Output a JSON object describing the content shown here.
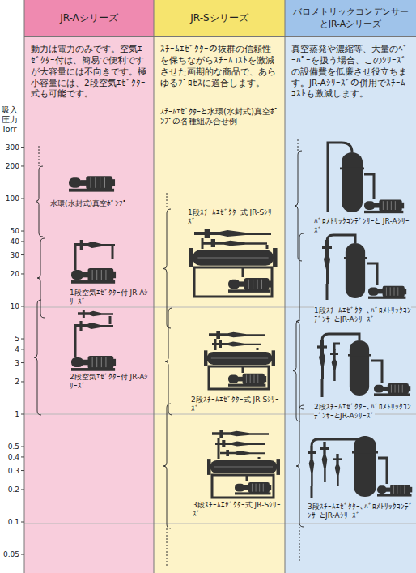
{
  "diagram": {
    "nodes": [
      {
        "text": [
          "JR-Aシリーズ",
          "動力は電力のみです。空気ｴｾﾞｸﾀｰ付は、簡易で便利ですが大容量には不向きです。極小容量には、2段空気ｴｾﾞｸﾀｰ式も可能です。"
        ]
      },
      {
        "text": [
          "JR-Sシリーズ",
          "ｽﾁｰﾑｴｾﾞｸﾀｰの抜群の信頼性を保ちながらｽﾁｰﾑｺｽﾄを激減させた画期的な商品で、あらゆるﾌﾟﾛｾｽに適合します。"
        ]
      },
      {
        "text": [
          "バロメトリックコンデンサーとJR-Aシリーズ",
          "真空蒸発や濃縮等、大量のﾍﾞｰﾊﾟｰを扱う場合、このｼﾘｰｽﾞの設備費を低廉させ役立ちます。JR-Aｼﾘｰｽﾞの併用でｽﾁｰﾑｺｽﾄも激減します。"
        ]
      }
    ],
    "labels": [
      "吸入圧力 Torr",
      "300",
      "200",
      "100",
      "50",
      "40",
      "30",
      "20",
      "10",
      "5",
      "4",
      "3",
      "2",
      "1",
      "0.5",
      "0.4",
      "0.3",
      "0.2",
      "0.1",
      "0.05",
      "ｽﾁｰﾑｴｾﾞｸﾀｰと水環(水封式)真空ﾎﾟﾝﾌﾟの各種組み合せ例",
      "水環(水封式)真空ﾎﾟﾝﾌﾟ",
      "1段空気ｴｾﾞｸﾀｰ付 JR-Aｼﾘｰｽﾞ",
      "2段空気ｴｾﾞｸﾀｰ付 JR-Aｼﾘｰｽﾞ",
      "1段ｽﾁｰﾑｴｾﾞｸﾀｰ式 JR-Sｼﾘｰｽﾞ",
      "2段ｽﾁｰﾑｴｾﾞｸﾀｰ式 JR-Sｼﾘｰｽﾞ",
      "3段ｽﾁｰﾑｴｾﾞｸﾀｰ式 JR-Sｼﾘｰｽﾞ",
      "ﾊﾞﾛﾒﾄﾘｯｸｺﾝﾃﾞﾝｻｰと JR-Aｼﾘｰｽﾞ",
      "1段ｽﾁｰﾑｴｾﾞｸﾀｰ、ﾊﾞﾛﾒﾄﾘｯｸｺﾝﾃﾞﾝｻｰとJR-Aｼﾘｰｽﾞ",
      "2段ｽﾁｰﾑｴｾﾞｸﾀｰ、ﾊﾞﾛﾒﾄﾘｯｸｺﾝﾃﾞﾝｻｰとJR-Aｼﾘｰｽﾞ",
      "3段ｽﾁｰﾑｴｾﾞｸﾀｰ、ﾊﾞﾛﾒﾄﾘｯｸｺﾝﾃﾞﾝｻｰとJR-Aｼﾘｰｽﾞ"
    ]
  }
}
